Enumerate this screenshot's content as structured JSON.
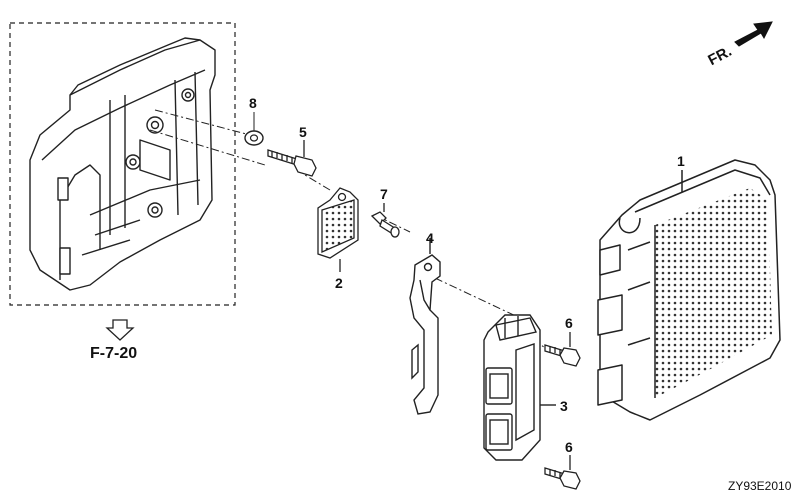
{
  "direction_label": "FR.",
  "reference_code": "F-7-20",
  "diagram_code": "ZY93E2010",
  "callouts": {
    "c1": "1",
    "c2": "2",
    "c3": "3",
    "c4": "4",
    "c5": "5",
    "c6a": "6",
    "c6b": "6",
    "c7": "7",
    "c8": "8"
  }
}
